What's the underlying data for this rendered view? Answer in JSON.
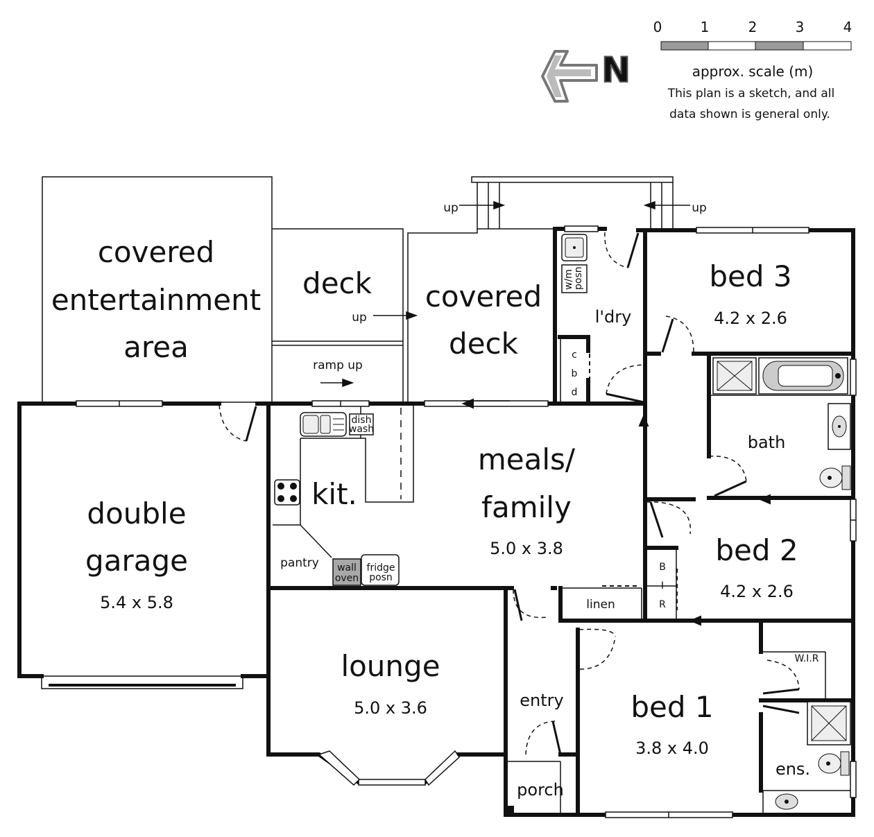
{
  "scale": {
    "ticks": [
      "0",
      "1",
      "2",
      "3",
      "4"
    ],
    "label": "approx. scale (m)",
    "note_line1": "This plan is a sketch, and all",
    "note_line2": "data shown is general only."
  },
  "north_label": "N",
  "rooms": {
    "covered_entertainment": {
      "line1": "covered",
      "line2": "entertainment",
      "line3": "area"
    },
    "deck": {
      "label": "deck"
    },
    "covered_deck": {
      "line1": "covered",
      "line2": "deck"
    },
    "laundry": {
      "label": "l'dry"
    },
    "bed3": {
      "label": "bed 3",
      "size": "4.2 x 2.6"
    },
    "bath": {
      "label": "bath"
    },
    "double_garage": {
      "line1": "double",
      "line2": "garage",
      "size": "5.4 x 5.8"
    },
    "kitchen": {
      "label": "kit."
    },
    "meals_family": {
      "line1": "meals/",
      "line2": "family",
      "size": "5.0 x 3.8"
    },
    "pantry": {
      "label": "pantry"
    },
    "bed2": {
      "label": "bed 2",
      "size": "4.2 x 2.6"
    },
    "linen": {
      "label": "linen"
    },
    "lounge": {
      "label": "lounge",
      "size": "5.0 x 3.6"
    },
    "entry": {
      "label": "entry"
    },
    "porch": {
      "label": "porch"
    },
    "bed1": {
      "label": "bed 1",
      "size": "3.8 x 4.0"
    },
    "wir": {
      "label": "W.I.R"
    },
    "ensuite": {
      "label": "ens."
    }
  },
  "fixtures": {
    "dishwash_line1": "dish",
    "dishwash_line2": "wash",
    "wall_oven_line1": "wall",
    "wall_oven_line2": "oven",
    "fridge_line1": "fridge",
    "fridge_line2": "posn",
    "wm_line1": "w/m",
    "wm_line2": "posn",
    "cbd": [
      "c",
      "b",
      "d"
    ],
    "bir": [
      "B",
      "I",
      "R"
    ]
  },
  "annotations": {
    "up_left": "up",
    "up_right": "up",
    "up_deck": "up",
    "ramp_up": "ramp up"
  },
  "colors": {
    "wall": "#111111",
    "scale_dark": "#9a9a9a",
    "oven_fill": "#a8a8a8",
    "north_arrow": "#8a8a8a"
  }
}
